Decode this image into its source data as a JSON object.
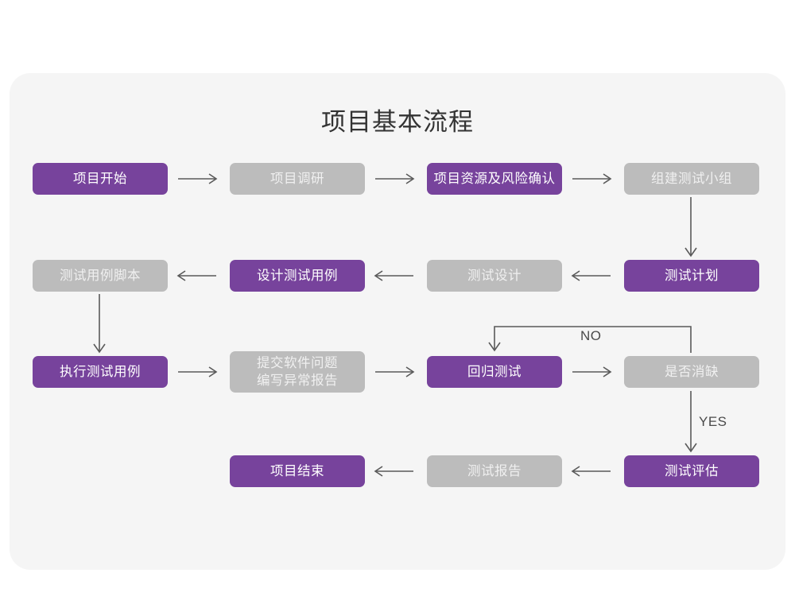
{
  "page": {
    "background_color": "#ffffff",
    "card_background_color": "#f5f5f5"
  },
  "chart": {
    "title": "项目基本流程",
    "type": "flowchart",
    "palette": {
      "highlight": "#77439c",
      "muted": "#bcbcbc",
      "connector": "#5a5a5a",
      "title_text": "#333333"
    },
    "nodes": [
      {
        "id": "n1",
        "label": "项目开始",
        "style": "purple",
        "row": 1,
        "col": 1
      },
      {
        "id": "n2",
        "label": "项目调研",
        "style": "gray",
        "row": 1,
        "col": 2
      },
      {
        "id": "n3",
        "label": "项目资源及风险确认",
        "style": "purple",
        "row": 1,
        "col": 3
      },
      {
        "id": "n4",
        "label": "组建测试小组",
        "style": "gray",
        "row": 1,
        "col": 4
      },
      {
        "id": "n5",
        "label": "测试用例脚本",
        "style": "gray",
        "row": 2,
        "col": 1
      },
      {
        "id": "n6",
        "label": "设计测试用例",
        "style": "purple",
        "row": 2,
        "col": 2
      },
      {
        "id": "n7",
        "label": "测试设计",
        "style": "gray",
        "row": 2,
        "col": 3
      },
      {
        "id": "n8",
        "label": "测试计划",
        "style": "purple",
        "row": 2,
        "col": 4
      },
      {
        "id": "n9",
        "label": "执行测试用例",
        "style": "purple",
        "row": 3,
        "col": 1
      },
      {
        "id": "n10",
        "label": "提交软件问题\n编写异常报告",
        "style": "gray",
        "row": 3,
        "col": 2
      },
      {
        "id": "n11",
        "label": "回归测试",
        "style": "purple",
        "row": 3,
        "col": 3
      },
      {
        "id": "n12",
        "label": "是否消缺",
        "style": "gray",
        "row": 3,
        "col": 4
      },
      {
        "id": "n13",
        "label": "项目结束",
        "style": "purple",
        "row": 4,
        "col": 2
      },
      {
        "id": "n14",
        "label": "测试报告",
        "style": "gray",
        "row": 4,
        "col": 3
      },
      {
        "id": "n15",
        "label": "测试评估",
        "style": "purple",
        "row": 4,
        "col": 4
      }
    ],
    "edges": [
      {
        "from": "n1",
        "to": "n2",
        "direction": "right",
        "label": ""
      },
      {
        "from": "n2",
        "to": "n3",
        "direction": "right",
        "label": ""
      },
      {
        "from": "n3",
        "to": "n4",
        "direction": "right",
        "label": ""
      },
      {
        "from": "n4",
        "to": "n8",
        "direction": "down",
        "label": ""
      },
      {
        "from": "n8",
        "to": "n7",
        "direction": "left",
        "label": ""
      },
      {
        "from": "n7",
        "to": "n6",
        "direction": "left",
        "label": ""
      },
      {
        "from": "n6",
        "to": "n5",
        "direction": "left",
        "label": ""
      },
      {
        "from": "n5",
        "to": "n9",
        "direction": "down",
        "label": ""
      },
      {
        "from": "n9",
        "to": "n10",
        "direction": "right",
        "label": ""
      },
      {
        "from": "n10",
        "to": "n11",
        "direction": "right",
        "label": ""
      },
      {
        "from": "n11",
        "to": "n12",
        "direction": "right",
        "label": ""
      },
      {
        "from": "n12",
        "to": "n11",
        "direction": "loop-up-left",
        "label": "NO"
      },
      {
        "from": "n12",
        "to": "n15",
        "direction": "down",
        "label": "YES"
      },
      {
        "from": "n15",
        "to": "n14",
        "direction": "left",
        "label": ""
      },
      {
        "from": "n14",
        "to": "n13",
        "direction": "left",
        "label": ""
      }
    ],
    "edge_labels": {
      "no": "NO",
      "yes": "YES"
    }
  }
}
